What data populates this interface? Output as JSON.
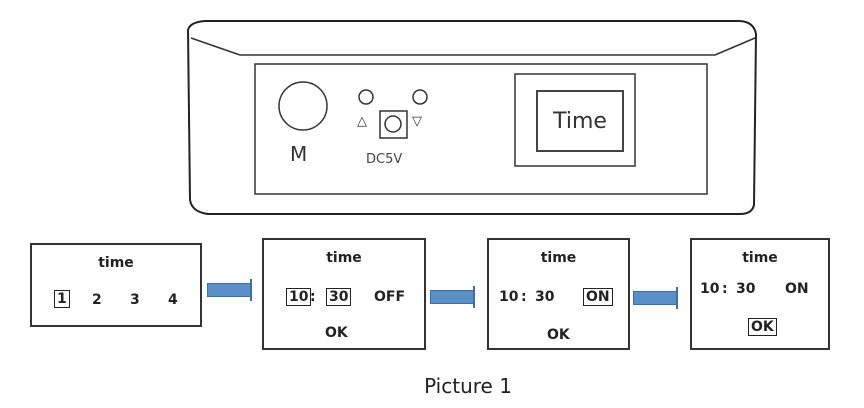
{
  "device": {
    "m_label": "M",
    "power_label": "DC5V",
    "screen_label": "Time",
    "up_symbol": "△",
    "down_symbol": "▽"
  },
  "steps": [
    {
      "title": "time",
      "items": [
        "1",
        "2",
        "3",
        "4"
      ]
    },
    {
      "title": "time",
      "hour": "10",
      "sep": ":",
      "minute": "30",
      "state": "OFF",
      "ok": "OK"
    },
    {
      "title": "time",
      "hour": "10",
      "sep": ":",
      "minute": "30",
      "state": "ON",
      "ok": "OK"
    },
    {
      "title": "time",
      "hour": "10",
      "sep": ":",
      "minute": "30",
      "state": "ON",
      "ok": "OK"
    }
  ],
  "caption": "Picture 1"
}
